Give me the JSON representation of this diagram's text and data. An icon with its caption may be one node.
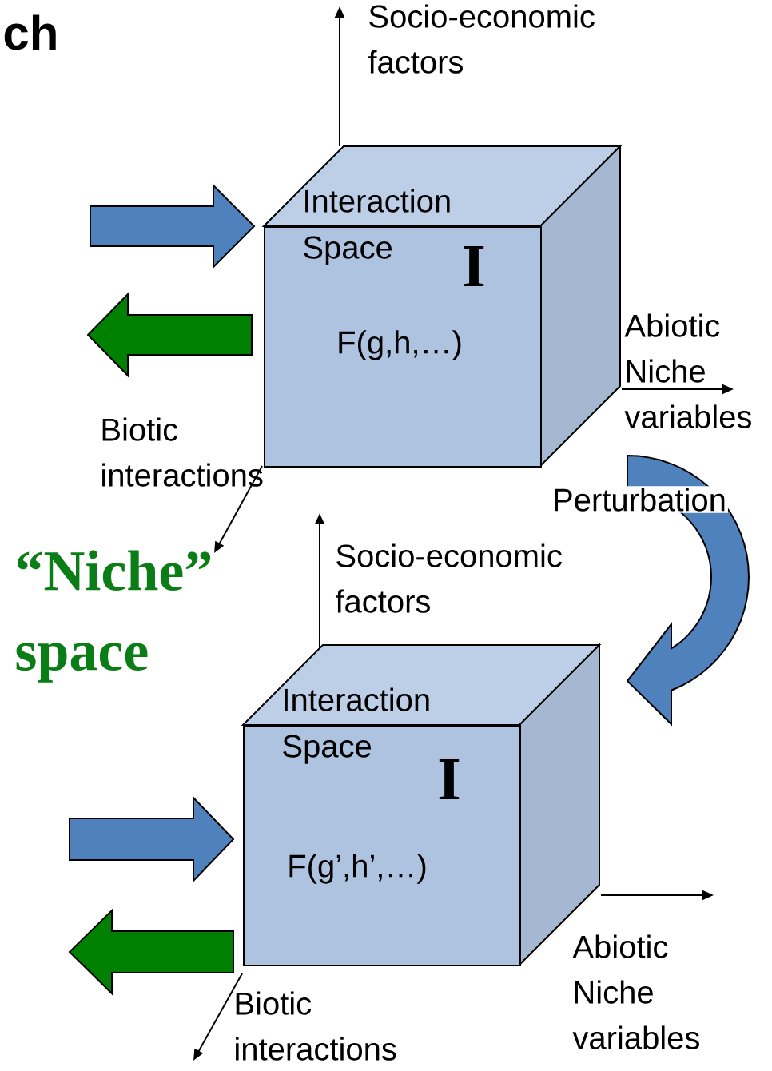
{
  "diagram": {
    "title": "ch",
    "nodes": [
      {
        "text": [
          "Interaction Space",
          "I",
          "F(g,h,…)"
        ]
      },
      {
        "text": [
          "Interaction Space",
          "I",
          "F(g’,h’,…)"
        ]
      }
    ],
    "edges": [
      {
        "from": null,
        "to": 0,
        "arrow": "to",
        "color": "#4f81bd"
      },
      {
        "from": 0,
        "to": null,
        "arrow": "to",
        "color": "#008000"
      },
      {
        "from": null,
        "to": 1,
        "arrow": "to",
        "color": "#4f81bd"
      },
      {
        "from": 1,
        "to": null,
        "arrow": "to",
        "color": "#008000"
      },
      {
        "from": 0,
        "to": 1,
        "arrow": "to",
        "color": "#4f81bd",
        "label": "Perturbation"
      }
    ],
    "labels": [
      "Socio-economic factors",
      "Abiotic Niche variables",
      "Biotic interactions",
      "“Niche” space",
      "Socio-economic factors",
      "Abiotic Niche variables",
      "Biotic interactions"
    ]
  }
}
